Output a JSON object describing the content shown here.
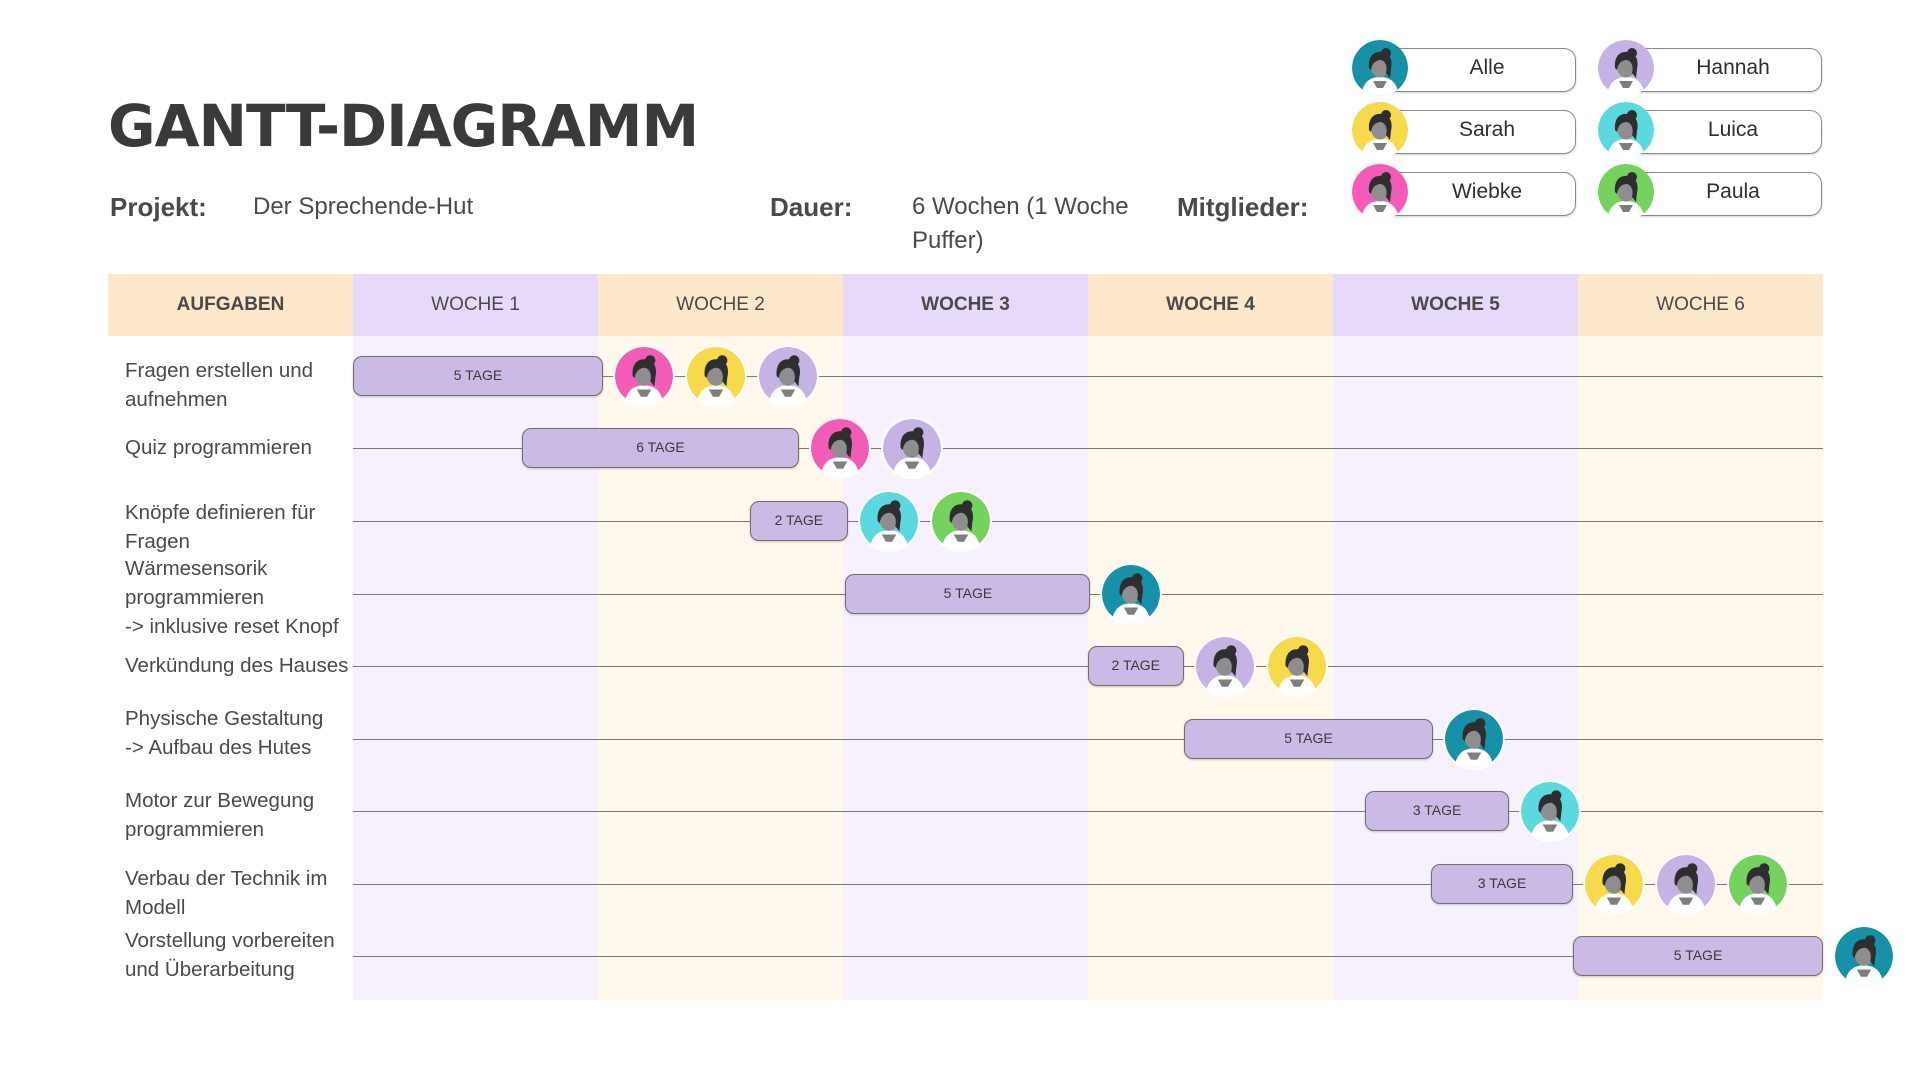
{
  "title": "GANTT-DIAGRAMM",
  "project": {
    "label": "Projekt:",
    "value": "Der Sprechende-Hut"
  },
  "duration": {
    "label": "Dauer:",
    "value": "6 Wochen (1 Woche\nPuffer)"
  },
  "members_label": "Mitglieder:",
  "members": [
    {
      "name": "Alle",
      "color": "#1592a8"
    },
    {
      "name": "Hannah",
      "color": "#c5b3e6"
    },
    {
      "name": "Sarah",
      "color": "#f7da4a"
    },
    {
      "name": "Luica",
      "color": "#5ad9df"
    },
    {
      "name": "Wiebke",
      "color": "#f25bb6"
    },
    {
      "name": "Paula",
      "color": "#73d35c"
    }
  ],
  "columns": [
    {
      "label": "AUFGABEN",
      "bold": true,
      "head_color": "#fde8cc",
      "body_color": "#ffffff"
    },
    {
      "label": "WOCHE 1",
      "bold": false,
      "head_color": "#e6d9fa",
      "body_color": "#f6f1fd"
    },
    {
      "label": "WOCHE 2",
      "bold": false,
      "head_color": "#fde8cc",
      "body_color": "#fff8ec"
    },
    {
      "label": "WOCHE 3",
      "bold": true,
      "head_color": "#e6d9fa",
      "body_color": "#f6f1fd"
    },
    {
      "label": "WOCHE 4",
      "bold": true,
      "head_color": "#fde8cc",
      "body_color": "#fff8ec"
    },
    {
      "label": "WOCHE 5",
      "bold": true,
      "head_color": "#e6d9fa",
      "body_color": "#f6f1fd"
    },
    {
      "label": "WOCHE 6",
      "bold": false,
      "head_color": "#fde8cc",
      "body_color": "#fff8ec"
    }
  ],
  "tasks": [
    {
      "name": "Fragen erstellen und\naufnehmen",
      "bar_label": "5 TAGE",
      "start_week": 0.0,
      "duration_weeks": 1.02,
      "assignees": [
        "Wiebke",
        "Sarah",
        "Hannah"
      ]
    },
    {
      "name": "Quiz programmieren",
      "bar_label": "6 TAGE",
      "start_week": 0.69,
      "duration_weeks": 1.13,
      "assignees": [
        "Wiebke",
        "Hannah"
      ]
    },
    {
      "name": "Knöpfe definieren für\nFragen",
      "bar_label": "2 TAGE",
      "start_week": 1.62,
      "duration_weeks": 0.4,
      "assignees": [
        "Luica",
        "Paula"
      ]
    },
    {
      "name": "Wärmesensorik\nprogrammieren\n-> inklusive reset Knopf",
      "bar_label": "5 TAGE",
      "start_week": 2.01,
      "duration_weeks": 1.0,
      "assignees": [
        "Alle"
      ]
    },
    {
      "name": "Verkündung des Hauses",
      "bar_label": "2 TAGE",
      "start_week": 3.0,
      "duration_weeks": 0.39,
      "assignees": [
        "Hannah",
        "Sarah"
      ]
    },
    {
      "name": "Physische Gestaltung\n-> Aufbau des Hutes",
      "bar_label": "5 TAGE",
      "start_week": 3.39,
      "duration_weeks": 1.02,
      "assignees": [
        "Alle"
      ]
    },
    {
      "name": "Motor zur Bewegung\nprogrammieren",
      "bar_label": "3 TAGE",
      "start_week": 4.13,
      "duration_weeks": 0.59,
      "assignees": [
        "Luica"
      ]
    },
    {
      "name": "Verbau der Technik im\nModell",
      "bar_label": "3 TAGE",
      "start_week": 4.4,
      "duration_weeks": 0.58,
      "assignees": [
        "Sarah",
        "Hannah",
        "Paula"
      ]
    },
    {
      "name": "Vorstellung vorbereiten\nund Überarbeitung",
      "bar_label": "5 TAGE",
      "start_week": 4.98,
      "duration_weeks": 1.02,
      "assignees": [
        "Alle"
      ]
    }
  ]
}
